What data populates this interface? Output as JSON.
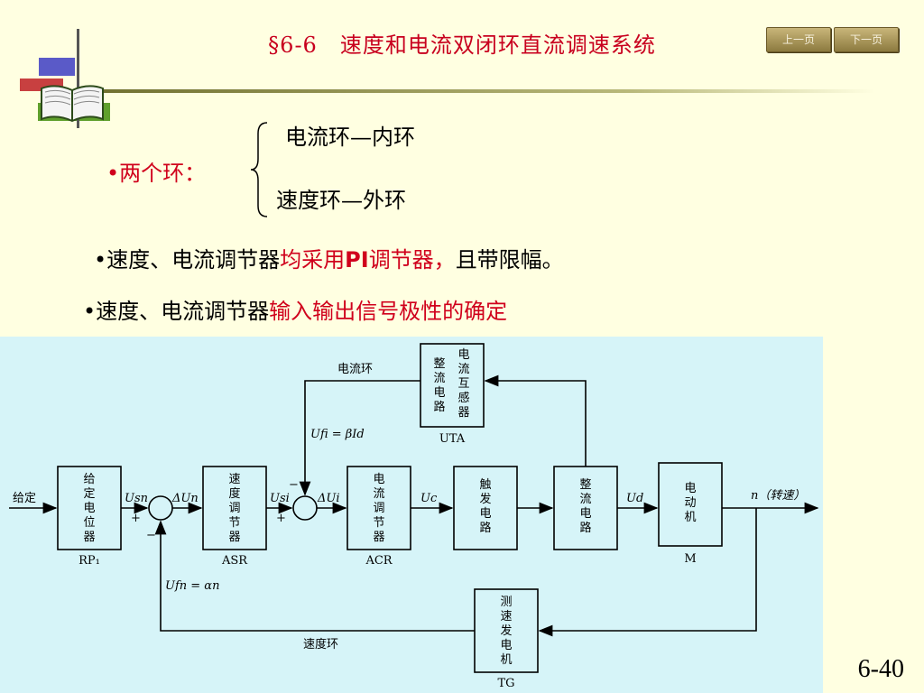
{
  "header": {
    "title": "§6-6　速度和电流双闭环直流调速系统",
    "prev_label": "上一页",
    "next_label": "下一页"
  },
  "loops": {
    "bullet": "•两个环：",
    "current_loop": "电流环—内环",
    "speed_loop": "速度环—外环"
  },
  "line1": {
    "prefix": "•速度、电流调节器",
    "highlight_a": "均采用",
    "pi": "PI",
    "highlight_b": "调节器，",
    "suffix": "且带限幅。"
  },
  "line2": {
    "prefix": "•速度、电流调节器",
    "highlight": "输入输出信号极性的确定"
  },
  "diagram": {
    "background": "#D6F4F8",
    "blocks": {
      "rp1": {
        "lines": [
          "给",
          "定",
          "电",
          "位",
          "器"
        ],
        "caption": "RP₁"
      },
      "asr": {
        "lines": [
          "速",
          "度",
          "调",
          "节",
          "器"
        ],
        "caption": "ASR"
      },
      "acr": {
        "lines": [
          "电",
          "流",
          "调",
          "节",
          "器"
        ],
        "caption": "ACR"
      },
      "trigger": {
        "lines": [
          "触",
          "发",
          "电",
          "路"
        ]
      },
      "rectifier": {
        "lines": [
          "整",
          "流",
          "电",
          "路"
        ]
      },
      "motor": {
        "lines": [
          "电",
          "动",
          "机"
        ],
        "caption": "M"
      },
      "uta": {
        "col1": [
          "整",
          "流",
          "电",
          "路"
        ],
        "col2": [
          "电",
          "流",
          "互",
          "感",
          "器"
        ],
        "caption": "UTA"
      },
      "tg": {
        "lines": [
          "测",
          "速",
          "发",
          "电",
          "机"
        ],
        "caption": "TG"
      }
    },
    "labels": {
      "input": "给定",
      "usn": "Usn",
      "delta_un": "ΔUn",
      "usi": "Usi",
      "delta_ui": "ΔUi",
      "uc": "Uc",
      "ud": "Ud",
      "n_output": "n（转速）",
      "current_loop": "电流环",
      "speed_loop": "速度环",
      "ufi": "Ufi = βId",
      "ufn": "Ufn = αn",
      "plus": "+",
      "minus": "−"
    }
  },
  "page_number": "6-40"
}
